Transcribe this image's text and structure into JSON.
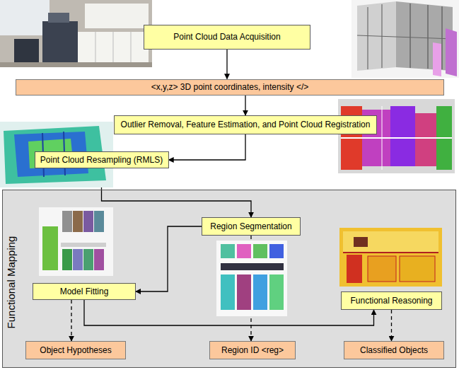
{
  "diagram": {
    "nodes": [
      {
        "text": [
          "Point Cloud Data Acquisition"
        ]
      },
      {
        "text": [
          "<x,y,z> 3D point coordinates, intensity </>"
        ]
      },
      {
        "text": [
          "Outlier Removal, Feature Estimation, and Point Cloud Registration"
        ]
      },
      {
        "text": [
          "Point Cloud Resampling (RMLS)"
        ]
      },
      {
        "text": [
          "Functional Mapping"
        ]
      },
      {
        "text": [
          "Region Segmentation"
        ],
        "in": 4
      },
      {
        "text": [
          "Model Fitting"
        ],
        "in": 4
      },
      {
        "text": [
          "Functional Reasoning"
        ],
        "in": 4
      },
      {
        "text": [
          "Object Hypotheses"
        ],
        "in": 4
      },
      {
        "text": [
          "Region ID <reg>"
        ],
        "in": 4
      },
      {
        "text": [
          "Classified Objects"
        ],
        "in": 4
      }
    ],
    "edges": [
      {
        "from": 0,
        "to": 1,
        "arrow": "to"
      },
      {
        "from": 1,
        "to": 2,
        "arrow": "to"
      },
      {
        "from": 2,
        "to": 3,
        "arrow": "to"
      },
      {
        "from": 3,
        "to": 5,
        "arrow": "to"
      },
      {
        "from": 5,
        "to": 6,
        "arrow": "to"
      },
      {
        "from": 6,
        "to": 7,
        "arrow": "to"
      },
      {
        "from": 6,
        "to": 8,
        "arrow": "to"
      },
      {
        "from": 5,
        "to": 9,
        "arrow": "to"
      },
      {
        "from": 7,
        "to": 10,
        "arrow": "to"
      }
    ]
  }
}
